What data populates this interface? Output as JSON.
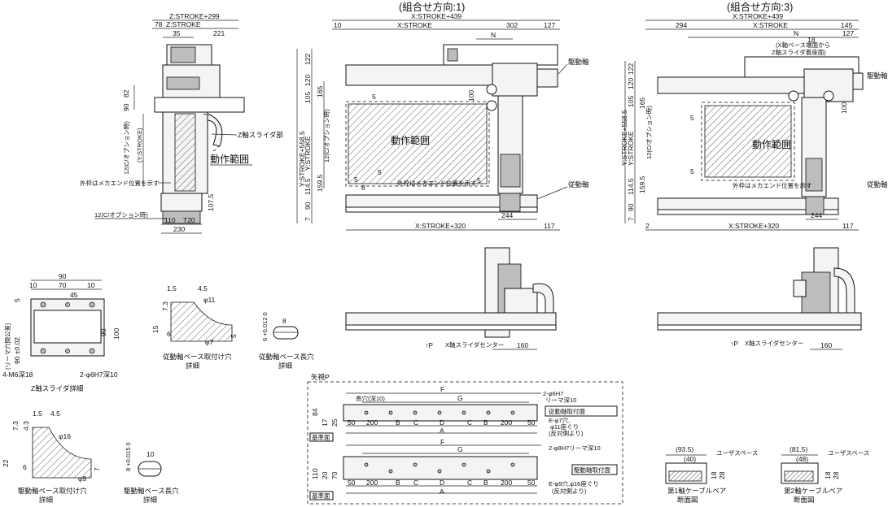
{
  "header": {
    "combo1": "(組合せ方向:1)",
    "combo3": "(組合せ方向:3)"
  },
  "labels": {
    "stroke_z_total": "Z:STROKE+299",
    "stroke_z": "Z:STROKE",
    "stroke_x_total": "X:STROKE+439",
    "stroke_x": "X:STROKE",
    "stroke_x_320": "X:STROKE+320",
    "stroke_y_total": "Y:STROKE+558.5",
    "stroke_y": "Y:STROKE",
    "stroke_y_paren": "(Y:STROKE)",
    "c_option": "12(C/オプション時)",
    "c_option2": "12(C/オプション時)",
    "z_slider_part": "Z軸スライダ部",
    "operating_range": "動作範囲",
    "outer_frame_note": "外枠はメカエンド位置を示す",
    "drive_axis": "駆動軸",
    "driven_axis": "従動軸",
    "x_base_note1": "(X軸ベース端面から",
    "x_base_note2": "Z軸スライダ着座面)",
    "P_label": "↑P",
    "x_slider_center": "X軸スライダセンター",
    "z_slider_detail": "Z軸スライダ詳細",
    "ream_tol": "(リーマ穴間公差)",
    "ream_dim": "90 ±0.02",
    "m6": "4-M6深18",
    "phi6h7": "2-φ6H7深10",
    "driven_base_hole": "従動軸ベース取付け穴",
    "detail": "詳細",
    "driven_base_slot": "従動軸ベース長穴",
    "drive_base_hole": "駆動軸ベース取付け穴",
    "drive_base_slot": "駆動軸ベース長穴",
    "view_p": "矢視P",
    "slot_depth": "長穴(深10)",
    "phi6h7_2": "2-φ6H7",
    "ream_depth": "リーマ深10",
    "driven_mount": "従動軸取付面",
    "e_phi7": "E-φ7穴,",
    "phi11": "φ11座ぐり",
    "opp_side": "(反対側より)",
    "ref_face": "基準面",
    "phi8h7": "2-φ8H7リーマ深10",
    "drive_mount": "駆動軸取付面",
    "e_phi9": "E-φ9穴,φ16座ぐり",
    "user_space": "ユーザスペース",
    "cable1_a": "第1軸ケーブルベア",
    "cable1_b": "断面図",
    "cable2_a": "第2軸ケーブルベア",
    "cable2_b": "断面図"
  },
  "dims": {
    "d230": "230",
    "d78": "78",
    "d35": "35",
    "d221": "221",
    "d82": "82",
    "d90": "90",
    "d110": "110",
    "d20": "T20",
    "d107_5": "107.5",
    "d10": "10",
    "d302": "302",
    "d127": "127",
    "N": "N",
    "d122": "122",
    "d120": "120",
    "d105": "105",
    "d165": "165",
    "d5": "5",
    "d100": "100",
    "d8": "8",
    "d114_5": "114.5",
    "d159_5": "159.5",
    "d7": "7",
    "d244": "244",
    "d117": "117",
    "d294": "294",
    "d145": "145",
    "d18": "18",
    "d2": "2",
    "d70": "70",
    "d45": "45",
    "d100b": "100",
    "d1_5": "1.5",
    "d4_5": "4.5",
    "d7_3": "7.3",
    "d15": "15",
    "d6": "6",
    "phi11": "φ11",
    "phi7": "φ7",
    "d6tol": "6 +0.012 0",
    "d8b": "8",
    "d4_3": "4.3",
    "d22": "22",
    "phi16": "φ16",
    "phi9": "φ9",
    "d8tol": "8 +0.015 0",
    "d10b": "10",
    "F": "F",
    "G": "G",
    "A": "A",
    "B": "B",
    "C": "C",
    "D": "D",
    "d200": "200",
    "d50": "50",
    "d84": "84",
    "d17": "17",
    "d25": "25",
    "d130": "110",
    "d20b": "20",
    "d160": "160",
    "d93_5": "(93.5)",
    "d40": "(40)",
    "d81_5": "(81.5)",
    "d48": "(48)",
    "d18b": "18",
    "d28": "28"
  },
  "colors": {
    "line": "#111111",
    "fill_body": "#f4f4f4",
    "fill_dark": "#bdbdbd",
    "background": "#ffffff"
  }
}
